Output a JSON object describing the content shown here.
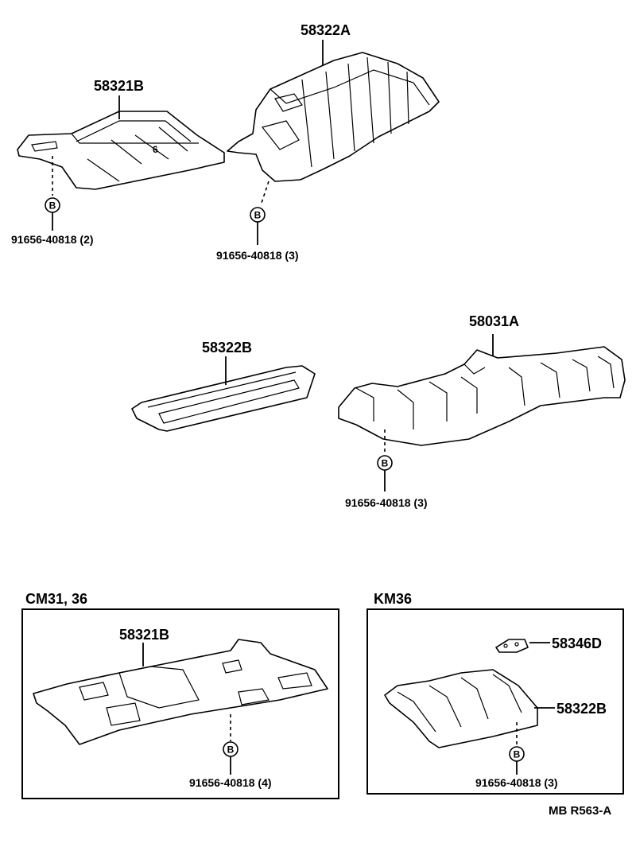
{
  "parts": {
    "p58322A": "58322A",
    "p58321B_top": "58321B",
    "p58322B_mid": "58322B",
    "p58031A": "58031A",
    "p58321B_cm": "58321B",
    "p58346D": "58346D",
    "p58322B_km": "58322B"
  },
  "bolts": {
    "b1": "91656-40818 (2)",
    "b2": "91656-40818 (3)",
    "b3": "91656-40818 (3)",
    "b4": "91656-40818 (4)",
    "b5": "91656-40818 (3)"
  },
  "marker_letter": "B",
  "sections": {
    "cm": "CM31, 36",
    "km": "KM36"
  },
  "footer_ref": "MB  R563-A"
}
